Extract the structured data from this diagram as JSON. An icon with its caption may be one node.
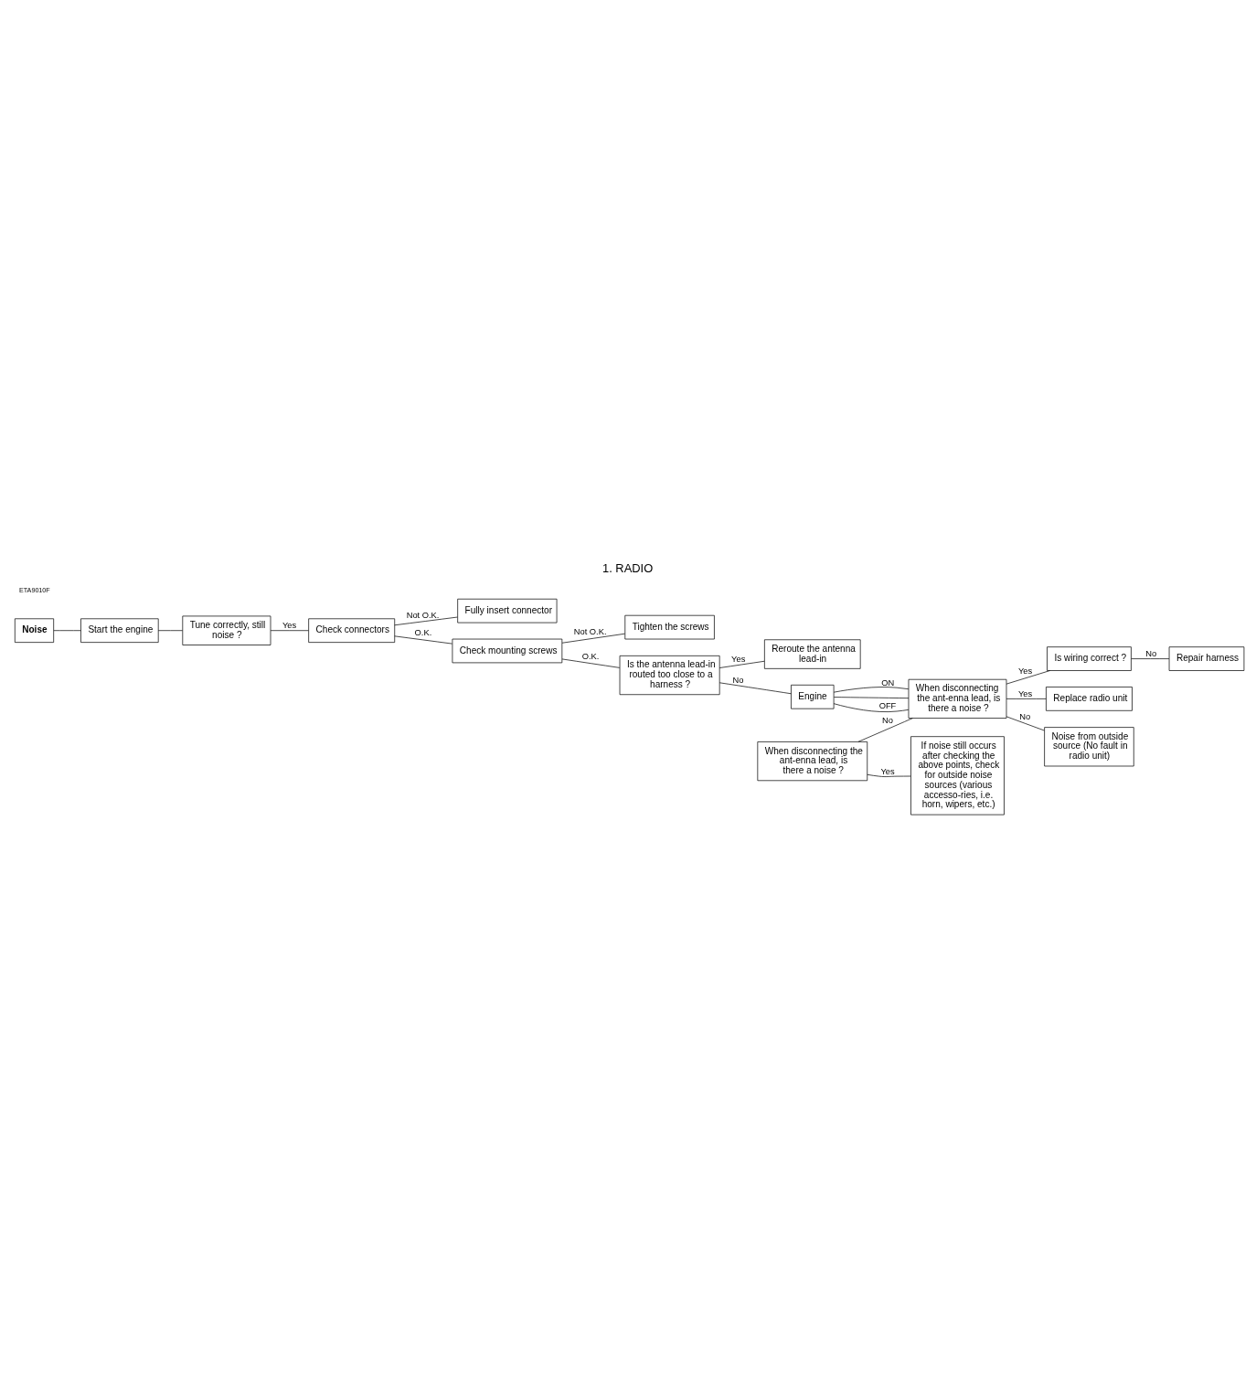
{
  "diagram": {
    "title": "1. RADIO",
    "nodes": [
      {
        "text": [
          "Noise"
        ]
      },
      {
        "text": [
          "Start the engine"
        ]
      },
      {
        "text": [
          "Tune correctly, still noise ?"
        ]
      },
      {
        "text": [
          "Check connectors"
        ]
      },
      {
        "text": [
          "Fully insert connector"
        ]
      },
      {
        "text": [
          "Check mounting screws"
        ]
      },
      {
        "text": [
          "Tighten the screws"
        ]
      },
      {
        "text": [
          "Is the antenna lead-in routed too close to a harness ?"
        ]
      },
      {
        "text": [
          "Reroute the antenna lead-in"
        ]
      },
      {
        "text": [
          "Engine"
        ]
      },
      {
        "text": [
          "When disconnecting  the ant-enna lead, is there a noise ?"
        ]
      },
      {
        "text": [
          "Is wiring correct ?"
        ]
      },
      {
        "text": [
          "Repair harness"
        ]
      },
      {
        "text": [
          "Replace radio unit"
        ]
      },
      {
        "text": [
          "Noise from outside source (No fault in radio unit)"
        ]
      },
      {
        "text": [
          "When disconnecting the ant-enna lead, is there a noise ?"
        ]
      },
      {
        "text": [
          "If noise still occurs after checking the above points, check for outside noise sources (various accesso-ries, i.e. horn, wipers, etc.)"
        ]
      }
    ],
    "edges": [
      {
        "from": 0,
        "to": 1,
        "arrow": "none"
      },
      {
        "from": 1,
        "to": 2,
        "arrow": "none"
      },
      {
        "from": 2,
        "to": 3,
        "label": "Yes",
        "arrow": "none"
      },
      {
        "from": 3,
        "to": 4,
        "label": "Not O.K.",
        "arrow": "none"
      },
      {
        "from": 3,
        "to": 5,
        "label": "O.K.",
        "arrow": "none"
      },
      {
        "from": 5,
        "to": 6,
        "label": "Not O.K.",
        "arrow": "none"
      },
      {
        "from": 5,
        "to": 7,
        "label": "O.K.",
        "arrow": "none"
      },
      {
        "from": 7,
        "to": 8,
        "label": "Yes",
        "arrow": "none"
      },
      {
        "from": 7,
        "to": 9,
        "label": "No",
        "arrow": "none"
      },
      {
        "from": 9,
        "to": 10,
        "label": "ON",
        "arrow": "none"
      },
      {
        "from": 9,
        "to": 10,
        "arrow": "none"
      },
      {
        "from": 9,
        "to": 10,
        "label": "OFF",
        "arrow": "none"
      },
      {
        "from": 10,
        "to": 11,
        "label": "Yes",
        "arrow": "none"
      },
      {
        "from": 11,
        "to": 12,
        "label": "No",
        "arrow": "none"
      },
      {
        "from": 10,
        "to": 13,
        "label": "Yes",
        "arrow": "none"
      },
      {
        "from": 10,
        "to": 14,
        "label": "No",
        "arrow": "none"
      },
      {
        "from": 15,
        "to": 10,
        "label": "No",
        "arrow": "none"
      },
      {
        "from": 15,
        "to": 16,
        "label": "Yes",
        "arrow": "none"
      }
    ],
    "labels": [
      "ETA9010F"
    ]
  }
}
